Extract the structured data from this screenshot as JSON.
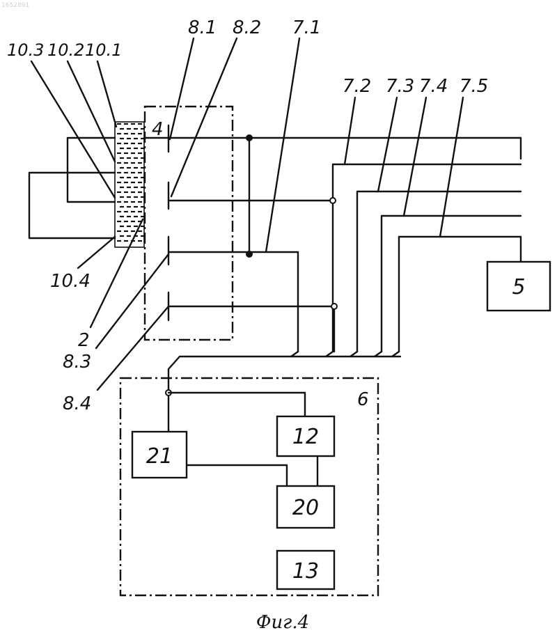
{
  "corner_mark": "1652891",
  "caption": "Фиг.4",
  "labels": {
    "l8_1": "8.1",
    "l8_2": "8.2",
    "l7_1": "7.1",
    "l10_3": "10.3",
    "l10_2": "10.2",
    "l10_1": "10.1",
    "l7_2": "7.2",
    "l7_3": "7.3",
    "l7_4": "7.4",
    "l7_5": "7.5",
    "l10_4": "10.4",
    "l2": "2",
    "l8_3": "8.3",
    "l8_4": "8.4"
  },
  "blocks": {
    "b4": "4",
    "b5": "5",
    "b6": "6",
    "b12": "12",
    "b13": "13",
    "b20": "20",
    "b21": "21"
  }
}
